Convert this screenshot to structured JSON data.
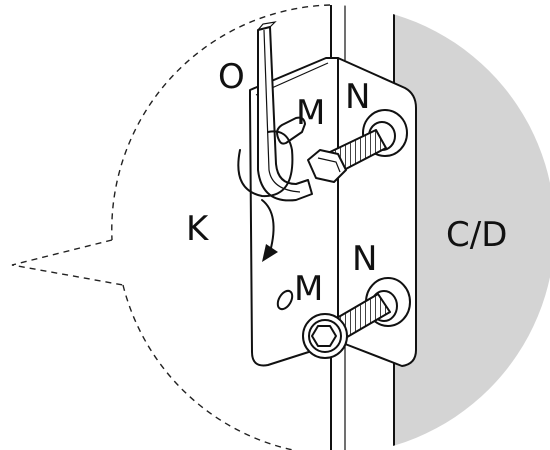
{
  "labels": {
    "tool": "O",
    "washer_top": "M",
    "washer_bottom": "M",
    "bolt_top": "N",
    "bolt_bottom": "N",
    "rotation": "K",
    "panel": "C/D"
  },
  "colors": {
    "panel_fill": "#d4d4d4",
    "line": "#111111",
    "background": "#ffffff"
  },
  "icons": [
    "hex-key-icon",
    "rotation-arrow-icon"
  ]
}
